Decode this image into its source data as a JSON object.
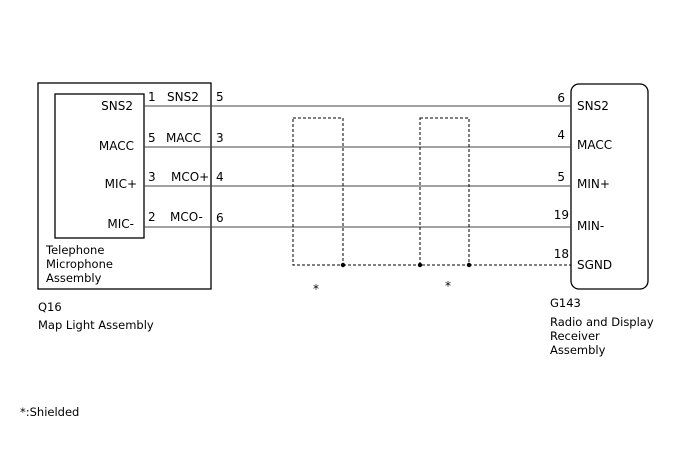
{
  "left": {
    "inner_pins": [
      "SNS2",
      "MACC",
      "MIC+",
      "MIC-"
    ],
    "mid_nums": [
      "1",
      "5",
      "3",
      "2"
    ],
    "mid_pins": [
      "SNS2",
      "MACC",
      "MCO+",
      "MCO-"
    ],
    "out_nums": [
      "5",
      "3",
      "4",
      "6"
    ],
    "inner_label": [
      "Telephone",
      "Microphone",
      "Assembly"
    ],
    "code": "Q16",
    "name": "Map Light Assembly"
  },
  "right": {
    "nums": [
      "6",
      "4",
      "5",
      "19",
      "18"
    ],
    "pins": [
      "SNS2",
      "MACC",
      "MIN+",
      "MIN-",
      "SGND"
    ],
    "code": "G143",
    "name": [
      "Radio and Display",
      "Receiver",
      "Assembly"
    ]
  },
  "shield_marks": [
    "*",
    "*"
  ],
  "legend": "*:Shielded"
}
